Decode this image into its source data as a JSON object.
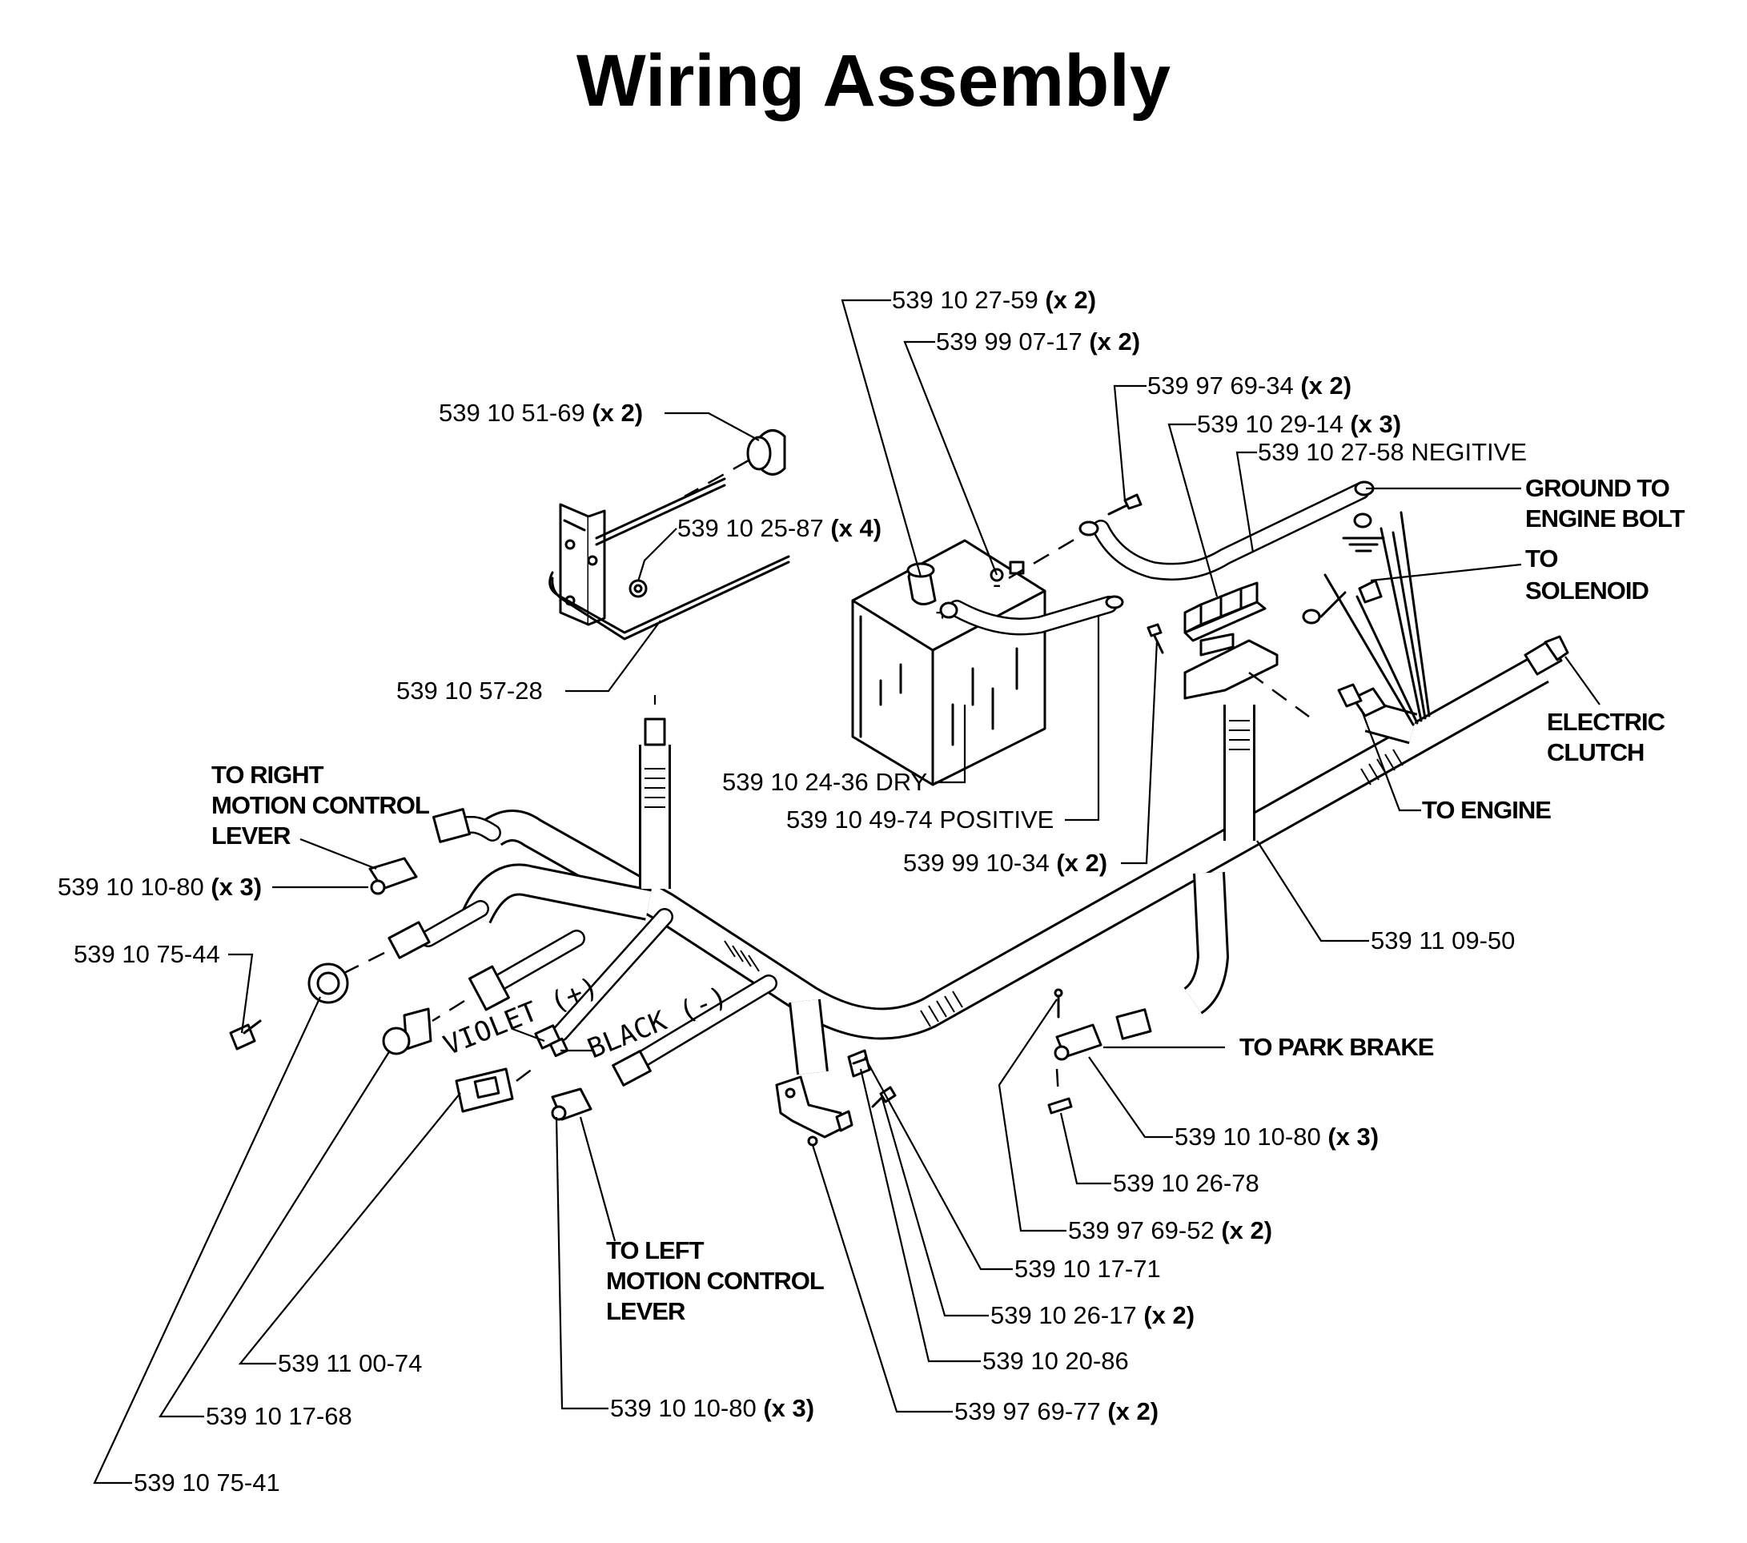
{
  "title": "Wiring Assembly",
  "labels": {
    "p_2759": {
      "num": "539 10 27-59",
      "qty": "(x 2)"
    },
    "p_990717": {
      "num": "539 99 07-17",
      "qty": "(x 2)"
    },
    "p_976934": {
      "num": "539 97 69-34",
      "qty": "(x 2)"
    },
    "p_5169": {
      "num": "539 10 51-69",
      "qty": "(x 2)"
    },
    "p_2914": {
      "num": "539 10 29-14",
      "qty": "(x 3)"
    },
    "p_2758": {
      "num": "539 10 27-58 NEGITIVE"
    },
    "p_2587": {
      "num": "539 10 25-87",
      "qty": "(x 4)"
    },
    "p_5728": {
      "num": "539 10 57-28"
    },
    "p_2436": {
      "num": "539 10 24-36 DRY"
    },
    "p_4974": {
      "num": "539 10 49-74 POSITIVE"
    },
    "p_991034": {
      "num": "539 99 10-34",
      "qty": "(x 2)"
    },
    "p_1080_a": {
      "num": "539 10 10-80",
      "qty": "(x 3)"
    },
    "p_7544": {
      "num": "539 10 75-44"
    },
    "p_110950": {
      "num": "539 11 09-50"
    },
    "p_1080_b": {
      "num": "539 10 10-80",
      "qty": "(x 3)"
    },
    "p_2678": {
      "num": "539 10 26-78"
    },
    "p_976952": {
      "num": "539 97 69-52",
      "qty": "(x 2)"
    },
    "p_1771": {
      "num": "539 10 17-71"
    },
    "p_2617": {
      "num": "539 10 26-17",
      "qty": "(x 2)"
    },
    "p_2086": {
      "num": "539 10 20-86"
    },
    "p_976977": {
      "num": "539 97 69-77",
      "qty": "(x 2)"
    },
    "p_110074": {
      "num": "539 11 00-74"
    },
    "p_1768": {
      "num": "539 10 17-68"
    },
    "p_1080_c": {
      "num": "539 10 10-80",
      "qty": "(x 3)"
    },
    "p_7541": {
      "num": "539 10 75-41"
    }
  },
  "notes": {
    "ground": [
      "GROUND TO",
      "ENGINE BOLT"
    ],
    "solenoid": [
      "TO",
      "SOLENOID"
    ],
    "clutch": [
      "ELECTRIC",
      "CLUTCH"
    ],
    "engine": "TO ENGINE",
    "park_brake": "TO PARK BRAKE",
    "right_lever": [
      "TO RIGHT",
      "MOTION CONTROL",
      "LEVER"
    ],
    "left_lever": [
      "TO LEFT",
      "MOTION CONTROL",
      "LEVER"
    ]
  },
  "wire_colors": {
    "violet": "VIOLET (+)",
    "black": "BLACK (-)"
  }
}
